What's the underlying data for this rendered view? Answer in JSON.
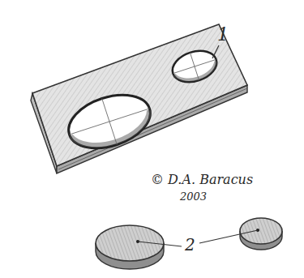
{
  "diagram": {
    "labels": [
      "1",
      "© D.A. Baracus",
      "2003",
      "2"
    ]
  }
}
